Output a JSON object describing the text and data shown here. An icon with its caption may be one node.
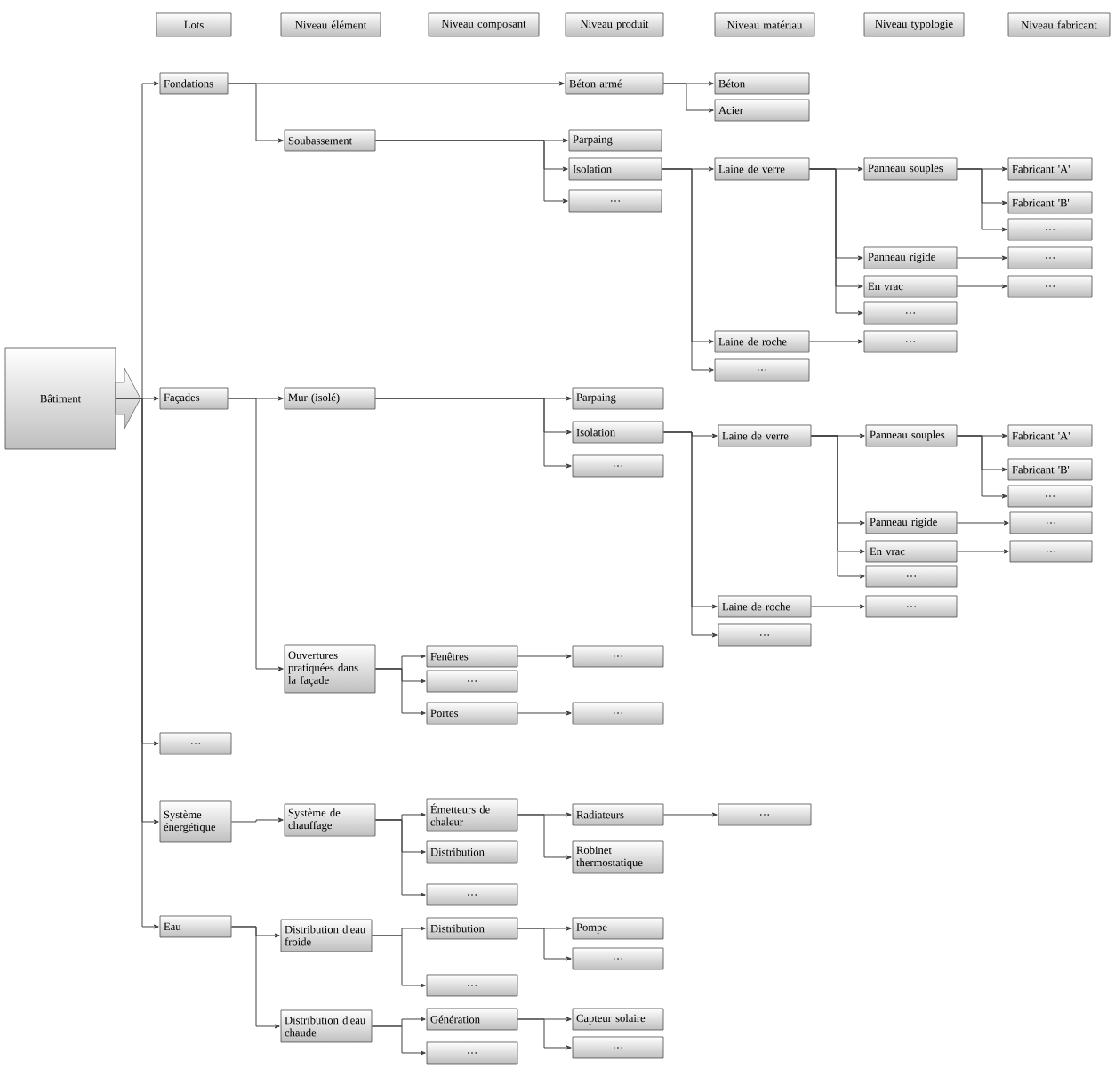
{
  "diagram": {
    "nodes": [
      {
        "text": [
          "Lots"
        ]
      },
      {
        "text": [
          "Niveau élément"
        ]
      },
      {
        "text": [
          "Niveau composant"
        ]
      },
      {
        "text": [
          "Niveau produit"
        ]
      },
      {
        "text": [
          "Niveau matériau"
        ]
      },
      {
        "text": [
          "Niveau typologie"
        ]
      },
      {
        "text": [
          "Niveau fabricant"
        ]
      },
      {
        "text": [
          "Bâtiment"
        ]
      },
      {
        "text": [
          "Fondations"
        ]
      },
      {
        "text": [
          "Béton armé"
        ]
      },
      {
        "text": [
          "Béton"
        ]
      },
      {
        "text": [
          "Acier"
        ]
      },
      {
        "text": [
          "Soubassement"
        ]
      },
      {
        "text": [
          "Parpaing"
        ]
      },
      {
        "text": [
          "Isolation"
        ]
      },
      {
        "text": [
          "Laine de verre"
        ]
      },
      {
        "text": [
          "Panneau souples"
        ]
      },
      {
        "text": [
          "Fabricant 'A'"
        ]
      },
      {
        "text": [
          "Fabricant 'B'"
        ]
      },
      {
        "text": [
          "…"
        ]
      },
      {
        "text": [
          "Panneau rigide"
        ]
      },
      {
        "text": [
          "…"
        ]
      },
      {
        "text": [
          "En vrac"
        ]
      },
      {
        "text": [
          "…"
        ]
      },
      {
        "text": [
          "…"
        ]
      },
      {
        "text": [
          "Laine de roche"
        ]
      },
      {
        "text": [
          "…"
        ]
      },
      {
        "text": [
          "…"
        ]
      },
      {
        "text": [
          "…"
        ]
      },
      {
        "text": [
          "Façades"
        ]
      },
      {
        "text": [
          "Mur (isolé)"
        ]
      },
      {
        "text": [
          "Parpaing"
        ]
      },
      {
        "text": [
          "Isolation"
        ]
      },
      {
        "text": [
          "Laine de verre"
        ]
      },
      {
        "text": [
          "Panneau souples"
        ]
      },
      {
        "text": [
          "Fabricant 'A'"
        ]
      },
      {
        "text": [
          "Fabricant 'B'"
        ]
      },
      {
        "text": [
          "…"
        ]
      },
      {
        "text": [
          "Panneau rigide"
        ]
      },
      {
        "text": [
          "…"
        ]
      },
      {
        "text": [
          "En vrac"
        ]
      },
      {
        "text": [
          "…"
        ]
      },
      {
        "text": [
          "…"
        ]
      },
      {
        "text": [
          "Laine de roche"
        ]
      },
      {
        "text": [
          "…"
        ]
      },
      {
        "text": [
          "…"
        ]
      },
      {
        "text": [
          "…"
        ]
      },
      {
        "text": [
          "Ouvertures pratiquées dans la façade"
        ]
      },
      {
        "text": [
          "Fenêtres"
        ]
      },
      {
        "text": [
          "…"
        ]
      },
      {
        "text": [
          "…"
        ]
      },
      {
        "text": [
          "Portes"
        ]
      },
      {
        "text": [
          "…"
        ]
      },
      {
        "text": [
          "…"
        ]
      },
      {
        "text": [
          "Système énergétique"
        ]
      },
      {
        "text": [
          "Système de chauffage"
        ]
      },
      {
        "text": [
          "Émetteurs de chaleur"
        ]
      },
      {
        "text": [
          "Radiateurs"
        ]
      },
      {
        "text": [
          "…"
        ]
      },
      {
        "text": [
          "Robinet thermostatique"
        ]
      },
      {
        "text": [
          "Distribution"
        ]
      },
      {
        "text": [
          "…"
        ]
      },
      {
        "text": [
          "Eau"
        ]
      },
      {
        "text": [
          "Distribution d'eau froide"
        ]
      },
      {
        "text": [
          "Distribution"
        ]
      },
      {
        "text": [
          "Pompe"
        ]
      },
      {
        "text": [
          "…"
        ]
      },
      {
        "text": [
          "…"
        ]
      },
      {
        "text": [
          "Distribution d'eau chaude"
        ]
      },
      {
        "text": [
          "Génération"
        ]
      },
      {
        "text": [
          "Capteur solaire"
        ]
      },
      {
        "text": [
          "…"
        ]
      },
      {
        "text": [
          "…"
        ]
      }
    ],
    "edges": [
      {
        "from": 7,
        "to": 8,
        "arrow": "to"
      },
      {
        "from": 7,
        "to": 29,
        "arrow": "to"
      },
      {
        "from": 7,
        "to": 53,
        "arrow": "to"
      },
      {
        "from": 7,
        "to": 54,
        "arrow": "to"
      },
      {
        "from": 7,
        "to": 62,
        "arrow": "to"
      },
      {
        "from": 8,
        "to": 9,
        "arrow": "to"
      },
      {
        "from": 8,
        "to": 12,
        "arrow": "to"
      },
      {
        "from": 9,
        "to": 10,
        "arrow": "to"
      },
      {
        "from": 9,
        "to": 11,
        "arrow": "to"
      },
      {
        "from": 12,
        "to": 13,
        "arrow": "to"
      },
      {
        "from": 12,
        "to": 14,
        "arrow": "to"
      },
      {
        "from": 12,
        "to": 28,
        "arrow": "to"
      },
      {
        "from": 14,
        "to": 15,
        "arrow": "to"
      },
      {
        "from": 14,
        "to": 25,
        "arrow": "to"
      },
      {
        "from": 14,
        "to": 27,
        "arrow": "to"
      },
      {
        "from": 15,
        "to": 16,
        "arrow": "to"
      },
      {
        "from": 15,
        "to": 20,
        "arrow": "to"
      },
      {
        "from": 15,
        "to": 22,
        "arrow": "to"
      },
      {
        "from": 15,
        "to": 24,
        "arrow": "to"
      },
      {
        "from": 16,
        "to": 17,
        "arrow": "to"
      },
      {
        "from": 16,
        "to": 18,
        "arrow": "to"
      },
      {
        "from": 16,
        "to": 19,
        "arrow": "to"
      },
      {
        "from": 20,
        "to": 21,
        "arrow": "to"
      },
      {
        "from": 22,
        "to": 23,
        "arrow": "to"
      },
      {
        "from": 25,
        "to": 26,
        "arrow": "to"
      },
      {
        "from": 29,
        "to": 30,
        "arrow": "to"
      },
      {
        "from": 29,
        "to": 47,
        "arrow": "to"
      },
      {
        "from": 30,
        "to": 31,
        "arrow": "to"
      },
      {
        "from": 30,
        "to": 32,
        "arrow": "to"
      },
      {
        "from": 30,
        "to": 46,
        "arrow": "to"
      },
      {
        "from": 32,
        "to": 33,
        "arrow": "to"
      },
      {
        "from": 32,
        "to": 43,
        "arrow": "to"
      },
      {
        "from": 32,
        "to": 45,
        "arrow": "to"
      },
      {
        "from": 33,
        "to": 34,
        "arrow": "to"
      },
      {
        "from": 33,
        "to": 38,
        "arrow": "to"
      },
      {
        "from": 33,
        "to": 40,
        "arrow": "to"
      },
      {
        "from": 33,
        "to": 42,
        "arrow": "to"
      },
      {
        "from": 34,
        "to": 35,
        "arrow": "to"
      },
      {
        "from": 34,
        "to": 36,
        "arrow": "to"
      },
      {
        "from": 34,
        "to": 37,
        "arrow": "to"
      },
      {
        "from": 38,
        "to": 39,
        "arrow": "to"
      },
      {
        "from": 40,
        "to": 41,
        "arrow": "to"
      },
      {
        "from": 43,
        "to": 44,
        "arrow": "to"
      },
      {
        "from": 47,
        "to": 48,
        "arrow": "to"
      },
      {
        "from": 47,
        "to": 50,
        "arrow": "to"
      },
      {
        "from": 47,
        "to": 51,
        "arrow": "to"
      },
      {
        "from": 48,
        "to": 49,
        "arrow": "to"
      },
      {
        "from": 51,
        "to": 52,
        "arrow": "to"
      },
      {
        "from": 54,
        "to": 55,
        "arrow": "to"
      },
      {
        "from": 55,
        "to": 56,
        "arrow": "to"
      },
      {
        "from": 55,
        "to": 60,
        "arrow": "to"
      },
      {
        "from": 55,
        "to": 61,
        "arrow": "to"
      },
      {
        "from": 56,
        "to": 57,
        "arrow": "to"
      },
      {
        "from": 56,
        "to": 59,
        "arrow": "to"
      },
      {
        "from": 57,
        "to": 58,
        "arrow": "to"
      },
      {
        "from": 62,
        "to": 63,
        "arrow": "to"
      },
      {
        "from": 62,
        "to": 68,
        "arrow": "to"
      },
      {
        "from": 63,
        "to": 64,
        "arrow": "to"
      },
      {
        "from": 63,
        "to": 67,
        "arrow": "to"
      },
      {
        "from": 64,
        "to": 65,
        "arrow": "to"
      },
      {
        "from": 64,
        "to": 66,
        "arrow": "to"
      },
      {
        "from": 68,
        "to": 69,
        "arrow": "to"
      },
      {
        "from": 68,
        "to": 72,
        "arrow": "to"
      },
      {
        "from": 69,
        "to": 70,
        "arrow": "to"
      },
      {
        "from": 69,
        "to": 71,
        "arrow": "to"
      }
    ]
  }
}
